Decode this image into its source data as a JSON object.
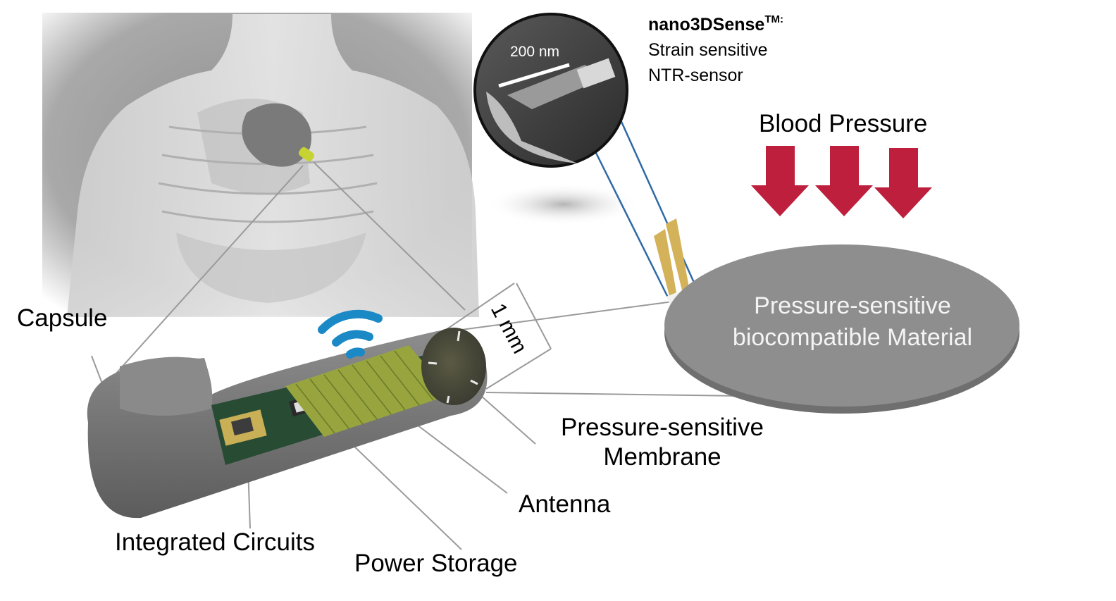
{
  "labels": {
    "capsule": "Capsule",
    "integrated_circuits": "Integrated Circuits",
    "power_storage": "Power Storage",
    "antenna": "Antenna",
    "membrane_line1": "Pressure-sensitive",
    "membrane_line2": "Membrane",
    "dimension": "1 mm",
    "blood_pressure": "Blood Pressure",
    "material_line1": "Pressure-sensitive",
    "material_line2": "biocompatible Material",
    "scale_bar": "200 nm"
  },
  "sensor": {
    "name": "nano3DSense",
    "trademark": "TM",
    "trademark_suffix": ":",
    "line1": "Strain sensitive",
    "line2": "NTR-sensor"
  },
  "colors": {
    "arrow": "#bd1f3d",
    "wifi": "#1b89c6",
    "capsule_body": "#7b7b7b",
    "pcb": "#284b33",
    "disk": "#8e8e8e",
    "connector": "#2f6aa6"
  }
}
